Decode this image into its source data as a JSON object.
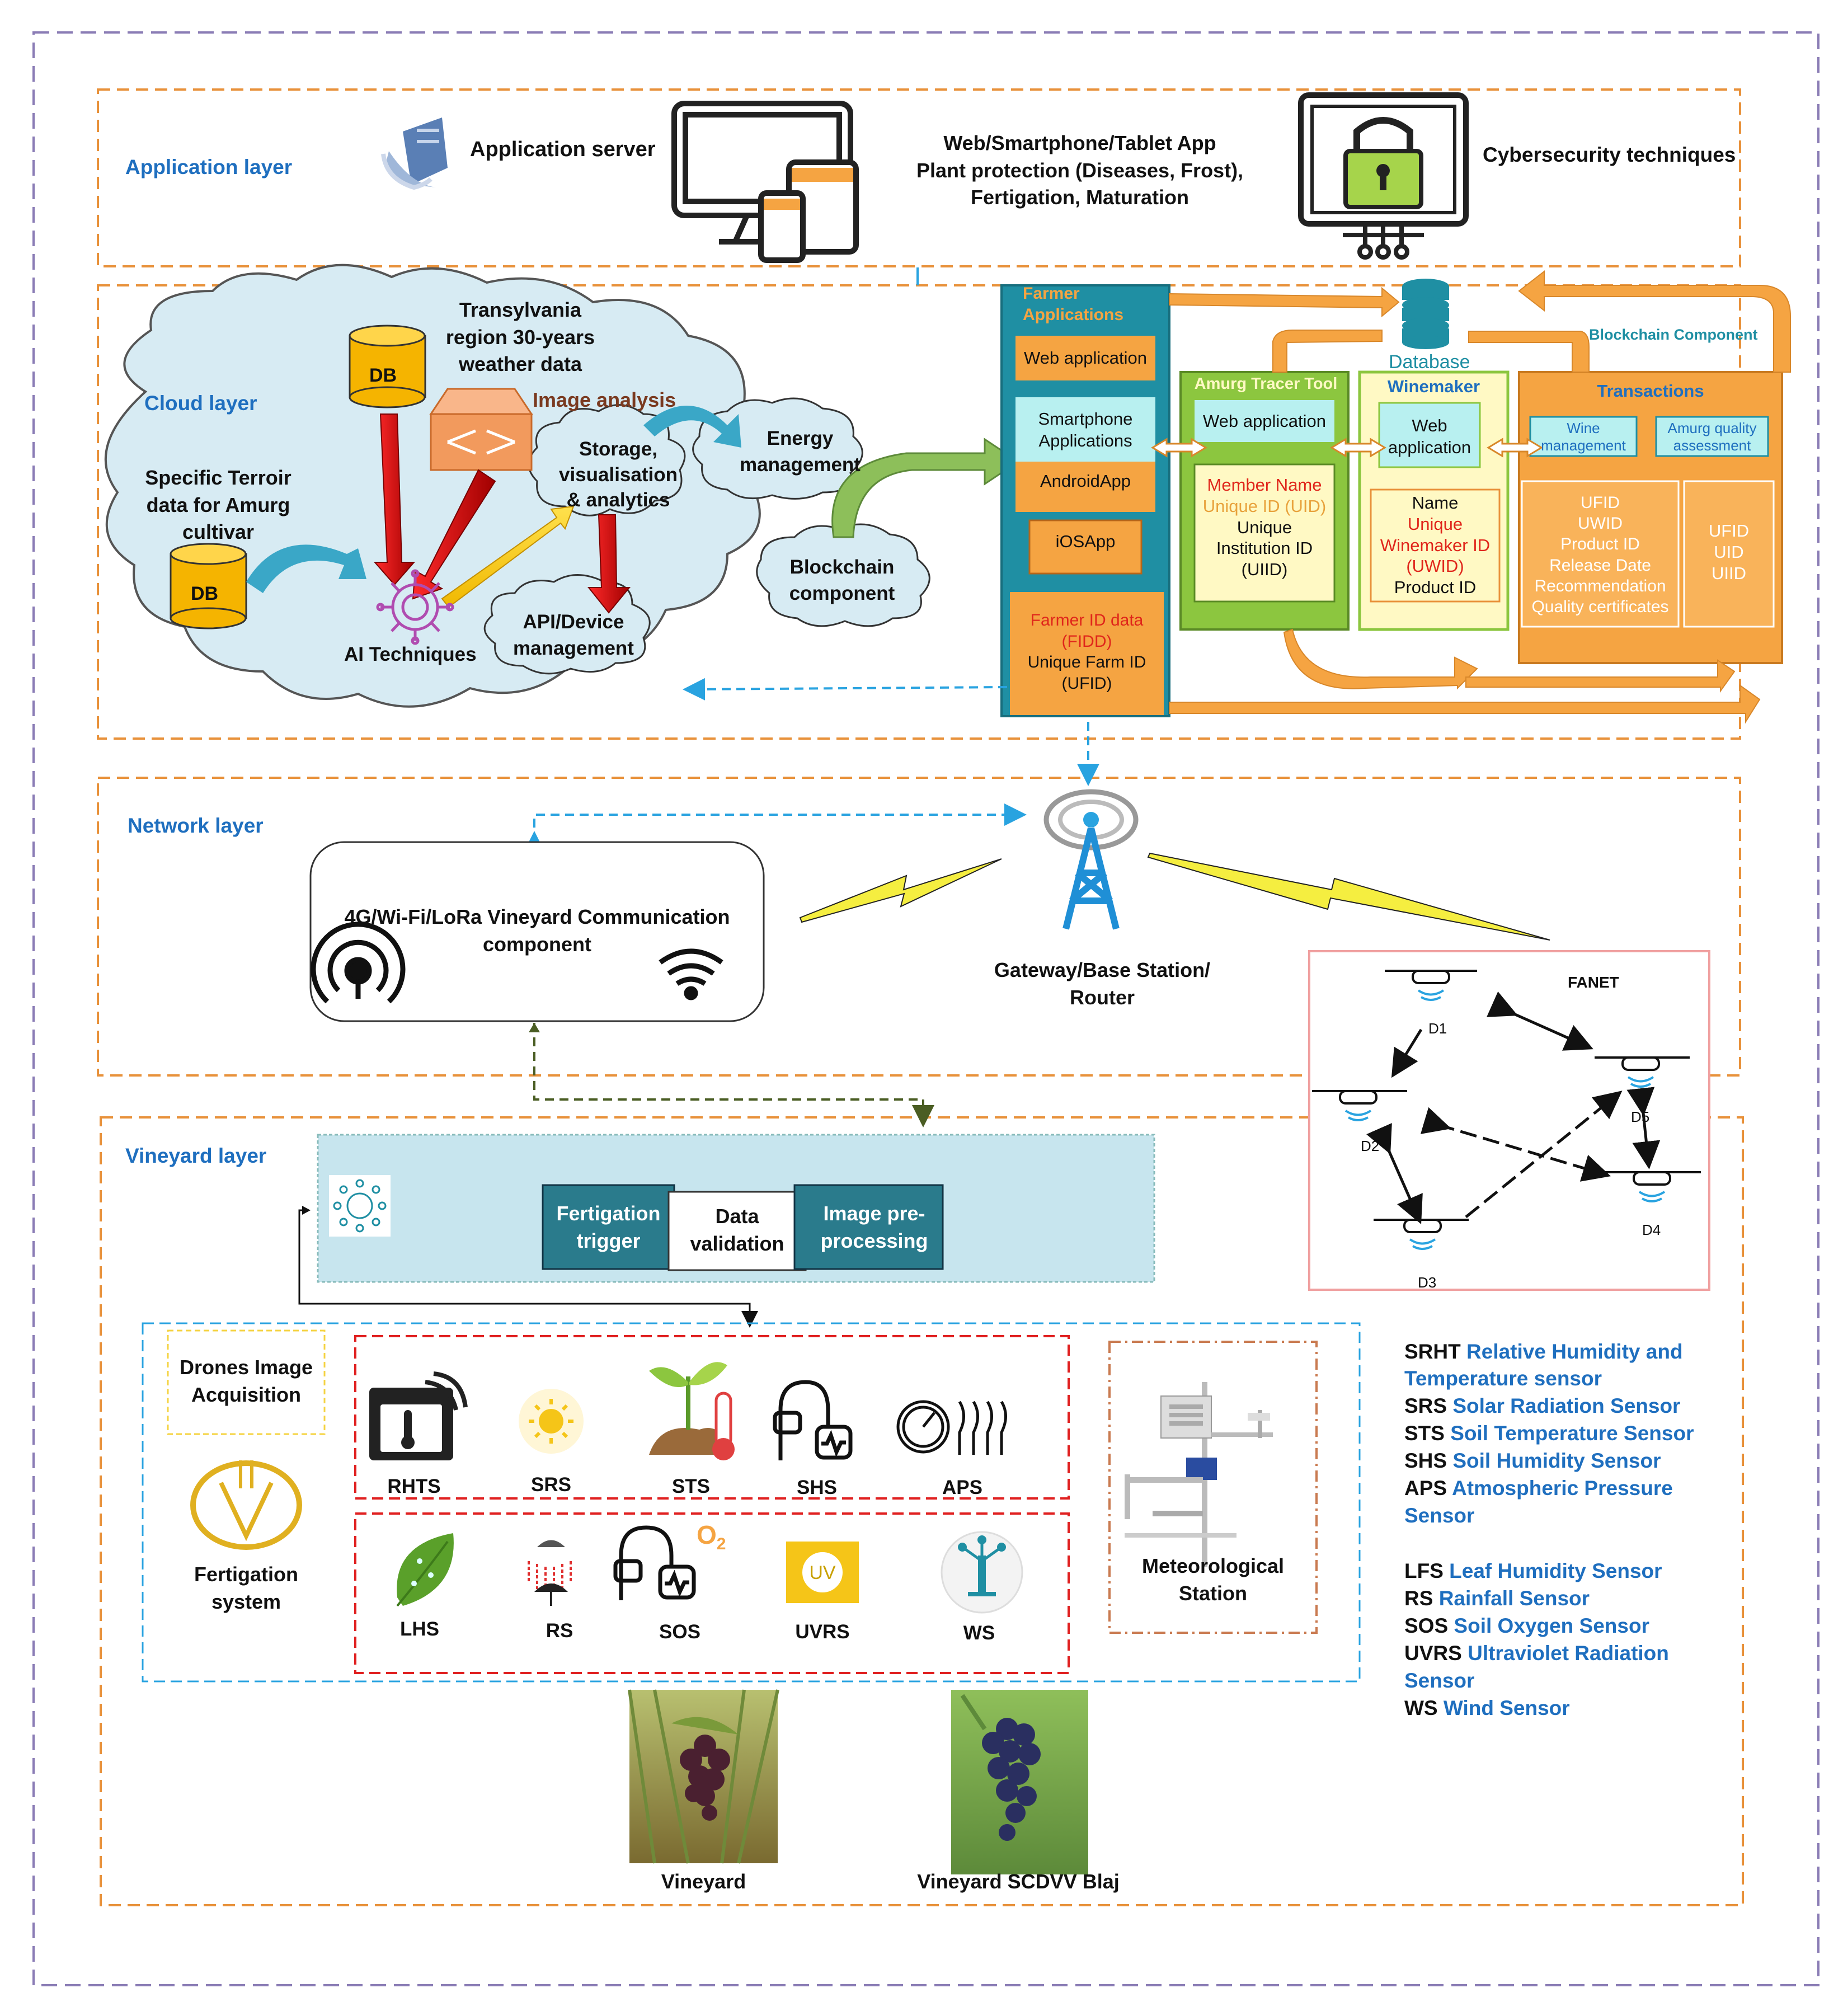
{
  "layers": {
    "application": "Application layer",
    "cloud": "Cloud layer",
    "network": "Network layer",
    "vineyard": "Vineyard layer"
  },
  "application": {
    "server": "Application server",
    "app_line1": "Web/Smartphone/Tablet App",
    "app_line2": "Plant protection (Diseases, Frost),",
    "app_line3": "Fertigation, Maturation",
    "cyber": "Cybersecurity techniques"
  },
  "cloud": {
    "transylvania": [
      "Transylvania",
      "region 30-years",
      "weather data"
    ],
    "db": "DB",
    "image_analysis": "Image analysis",
    "terroir": [
      "Specific Terroir",
      "data for Amurg",
      "cultivar"
    ],
    "storage": [
      "Storage,",
      "visualisation",
      "& analytics"
    ],
    "energy": [
      "Energy",
      "management"
    ],
    "ai": "AI Techniques",
    "api": [
      "API/Device",
      "management"
    ],
    "blockchain": [
      "Blockchain",
      "component"
    ]
  },
  "blockchain_panel": {
    "database": "Database",
    "component": "Blockchain Component",
    "farmer_title": [
      "Farmer",
      "Applications"
    ],
    "farmer_web": "Web application",
    "smartphone": [
      "Smartphone",
      "Applications"
    ],
    "android": "AndroidApp",
    "ios": "iOSApp",
    "farmer_id": [
      "Farmer ID data",
      "(FIDD)",
      "Unique Farm ID",
      "(UFID)"
    ],
    "tracer_title": "Amurg Tracer Tool",
    "tracer_web": "Web application",
    "tracer_fields": [
      "Member Name",
      "Unique ID (UID)",
      "Unique",
      "Institution ID",
      "(UIID)"
    ],
    "winemaker_title": "Winemaker",
    "winemaker_web": [
      "Web",
      "application"
    ],
    "winemaker_fields": [
      "Name",
      "Unique",
      "Winemaker ID",
      "(UWID)",
      "Product ID"
    ],
    "transactions_title": "Transactions",
    "wine_mgmt": [
      "Wine",
      "management"
    ],
    "quality": [
      "Amurg quality",
      "assessment"
    ],
    "trans_fields": [
      "UFID",
      "UWID",
      "Product ID",
      "Release Date",
      "Recommendation",
      "Quality certificates"
    ],
    "trans_ids": [
      "UFID",
      "UID",
      "UIID"
    ]
  },
  "network": {
    "comm": [
      "4G/Wi-Fi/LoRa Vineyard Communication",
      "component"
    ],
    "gateway": [
      "Gateway/Base Station/",
      "Router"
    ],
    "fanet": "FANET",
    "drones": [
      "D1",
      "D2",
      "D3",
      "D4",
      "D5"
    ]
  },
  "vineyard": {
    "fertigation_trigger": [
      "Fertigation",
      "trigger"
    ],
    "data_validation": [
      "Data",
      "validation"
    ],
    "image_pre": [
      "Image pre-",
      "processing"
    ],
    "drones_image": [
      "Drones Image",
      "Acquisition"
    ],
    "fertigation_system": [
      "Fertigation",
      "system"
    ],
    "sensors_row1": [
      "RHTS",
      "SRS",
      "STS",
      "SHS",
      "APS"
    ],
    "sensors_row2": [
      "LHS",
      "RS",
      "SOS",
      "UVRS",
      "WS"
    ],
    "meteo": [
      "Meteorological",
      "Station"
    ],
    "uv_mark": "UV",
    "photo1": "Vineyard",
    "photo2": "Vineyard SCDVV Blaj"
  },
  "legend": [
    {
      "abbr": "SRHT",
      "text": "Relative Humidity and"
    },
    {
      "abbr": "",
      "text": "Temperature sensor"
    },
    {
      "abbr": "SRS",
      "text": "Solar Radiation Sensor"
    },
    {
      "abbr": "STS",
      "text": "Soil Temperature Sensor"
    },
    {
      "abbr": "SHS",
      "text": "Soil Humidity Sensor"
    },
    {
      "abbr": "APS",
      "text": "Atmospheric Pressure"
    },
    {
      "abbr": "",
      "text": "Sensor"
    },
    {
      "abbr": "LFS",
      "text": "Leaf Humidity Sensor"
    },
    {
      "abbr": "RS",
      "text": "Rainfall Sensor"
    },
    {
      "abbr": "SOS",
      "text": "Soil Oxygen Sensor"
    },
    {
      "abbr": "UVRS",
      "text": "Ultraviolet Radiation"
    },
    {
      "abbr": "",
      "text": "Sensor"
    },
    {
      "abbr": "WS",
      "text": "Wind Sensor"
    }
  ],
  "colors": {
    "orange_dash": "#e8913a",
    "purple_dash": "#8a7cb5",
    "teal": "#1f8fa3",
    "orange_fill": "#f5a442",
    "green_box": "#8cc63f",
    "yellow_box": "#fff9c4",
    "cyan_box": "#b8f0f0",
    "cloud": "#d7ebf3",
    "legend_blue": "#1f6fbf"
  }
}
